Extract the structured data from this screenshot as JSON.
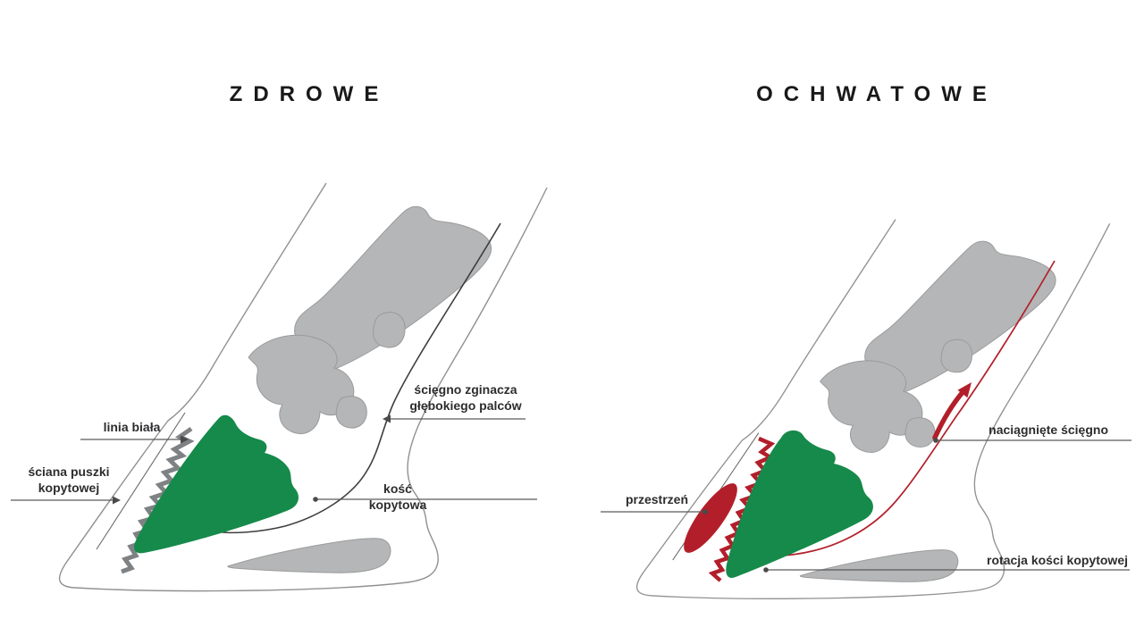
{
  "page": {
    "kind": "veterinary infographic comparing healthy and laminitic horse hoof anatomy"
  },
  "diagrams": {
    "healthy": {
      "title": "ZDROWE",
      "labels": {
        "white_line": "linia biała",
        "hoof_capsule_wall": "ściana puszki kopytowej",
        "deep_flexor_tendon": "ścięgno zginacza głębokiego palców",
        "coffin_bone": "kość kopytowa"
      }
    },
    "laminitic": {
      "title": "OCHWATOWE",
      "labels": {
        "space": "przestrzeń",
        "stretched_tendon": "naciągnięte ścięgno",
        "coffin_bone_rotation": "rotacja kości kopytowej"
      }
    }
  },
  "colors": {
    "coffin_bone_green": "#168a4a",
    "pathology_red": "#b21f2a",
    "bone_fill": "#b5b6b7",
    "bone_stroke": "#9a9a9a",
    "outline": "#8f9193",
    "deep_tendon_line": "#3e3e40",
    "lamina_zigzag_gray": "#7f8284",
    "pointer_line": "#5a5a5a",
    "label_text": "#2d2d2f",
    "title_text": "#191919",
    "background": "#ffffff"
  }
}
